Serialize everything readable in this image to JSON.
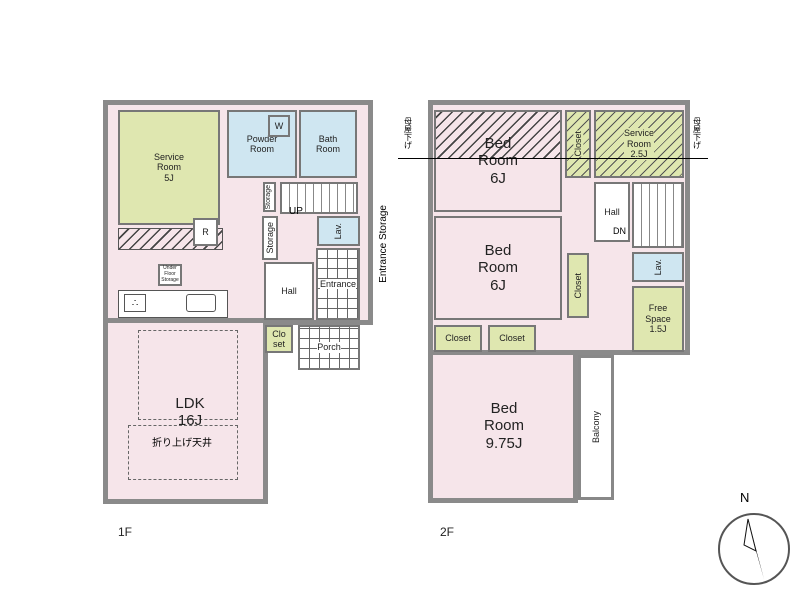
{
  "floor1": {
    "label": "1F",
    "rooms": {
      "service_room": "Service\nRoom\n5J",
      "powder_room": "Powder\nRoom",
      "bath_room": "Bath\nRoom",
      "storage_top": "Storage",
      "storage": "Storage",
      "lav": "Lav.",
      "up": "UP",
      "hall": "Hall",
      "entrance": "Entrance",
      "closet": "Clo\nset",
      "porch": "Porch",
      "under_floor": "Under\nFloor\nStorage",
      "ldk": "LDK\n16J",
      "ceiling": "折り上げ天井",
      "washer": "W",
      "fridge": "R"
    },
    "entrance_storage": "Entrance Storage"
  },
  "floor2": {
    "label": "2F",
    "rooms": {
      "bed1": "Bed\nRoom\n6J",
      "closet1": "Closet",
      "service_room": "Service\nRoom\n2.5J",
      "hall": "Hall",
      "dn": "DN",
      "bed2": "Bed\nRoom\n6J",
      "closet2": "Closet",
      "lav": "Lav.",
      "free_space": "Free\nSpace\n1.5J",
      "closet3": "Closet",
      "closet4": "Closet",
      "bed3": "Bed\nRoom\n9.75J",
      "balcony": "Balcony"
    },
    "roof_note_left": "母屋下げ",
    "roof_note_right": "母屋下げ"
  },
  "compass": {
    "north": "N"
  }
}
